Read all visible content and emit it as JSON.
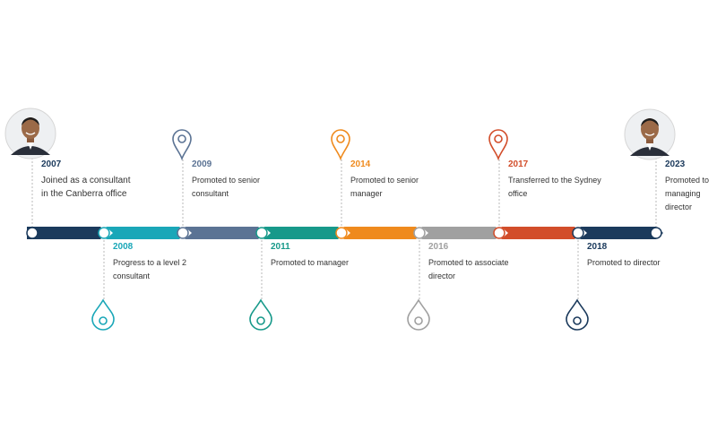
{
  "colors": {
    "background": "#ffffff",
    "text": "#333333",
    "connector": "#b8b8b8",
    "navy": "#1b3a5c",
    "teal": "#1aa7b8",
    "slate": "#5b7394",
    "green": "#17998a",
    "orange": "#ef8a1d",
    "gray": "#a0a0a0",
    "red": "#d24d2a"
  },
  "timeline": {
    "segments": [
      "navy",
      "teal",
      "slate",
      "green",
      "orange",
      "gray",
      "red",
      "navy"
    ],
    "events": [
      {
        "year": "2007",
        "description": "Joined as a consultant in the Canberra office",
        "color": "navy",
        "position": "above",
        "marker": "photo",
        "photo_icon": "avatar"
      },
      {
        "year": "2008",
        "description": "Progress to a level 2 consultant",
        "color": "teal",
        "position": "below",
        "marker": "drop-pin-icon"
      },
      {
        "year": "2009",
        "description": "Promoted to senior consultant",
        "color": "slate",
        "position": "above",
        "marker": "map-pin-icon"
      },
      {
        "year": "2011",
        "description": "Promoted to manager",
        "color": "green",
        "position": "below",
        "marker": "drop-pin-icon"
      },
      {
        "year": "2014",
        "description": "Promoted to senior manager",
        "color": "orange",
        "position": "above",
        "marker": "map-pin-icon"
      },
      {
        "year": "2016",
        "description": "Promoted to associate director",
        "color": "gray",
        "position": "below",
        "marker": "drop-pin-icon"
      },
      {
        "year": "2017",
        "description": "Transferred to the Sydney office",
        "color": "red",
        "position": "above",
        "marker": "map-pin-icon"
      },
      {
        "year": "2018",
        "description": "Promoted to director",
        "color": "navy",
        "position": "below",
        "marker": "drop-pin-icon"
      },
      {
        "year": "2023",
        "description": "Promoted to managing director",
        "color": "navy",
        "position": "above",
        "marker": "photo",
        "photo_icon": "avatar"
      }
    ]
  }
}
